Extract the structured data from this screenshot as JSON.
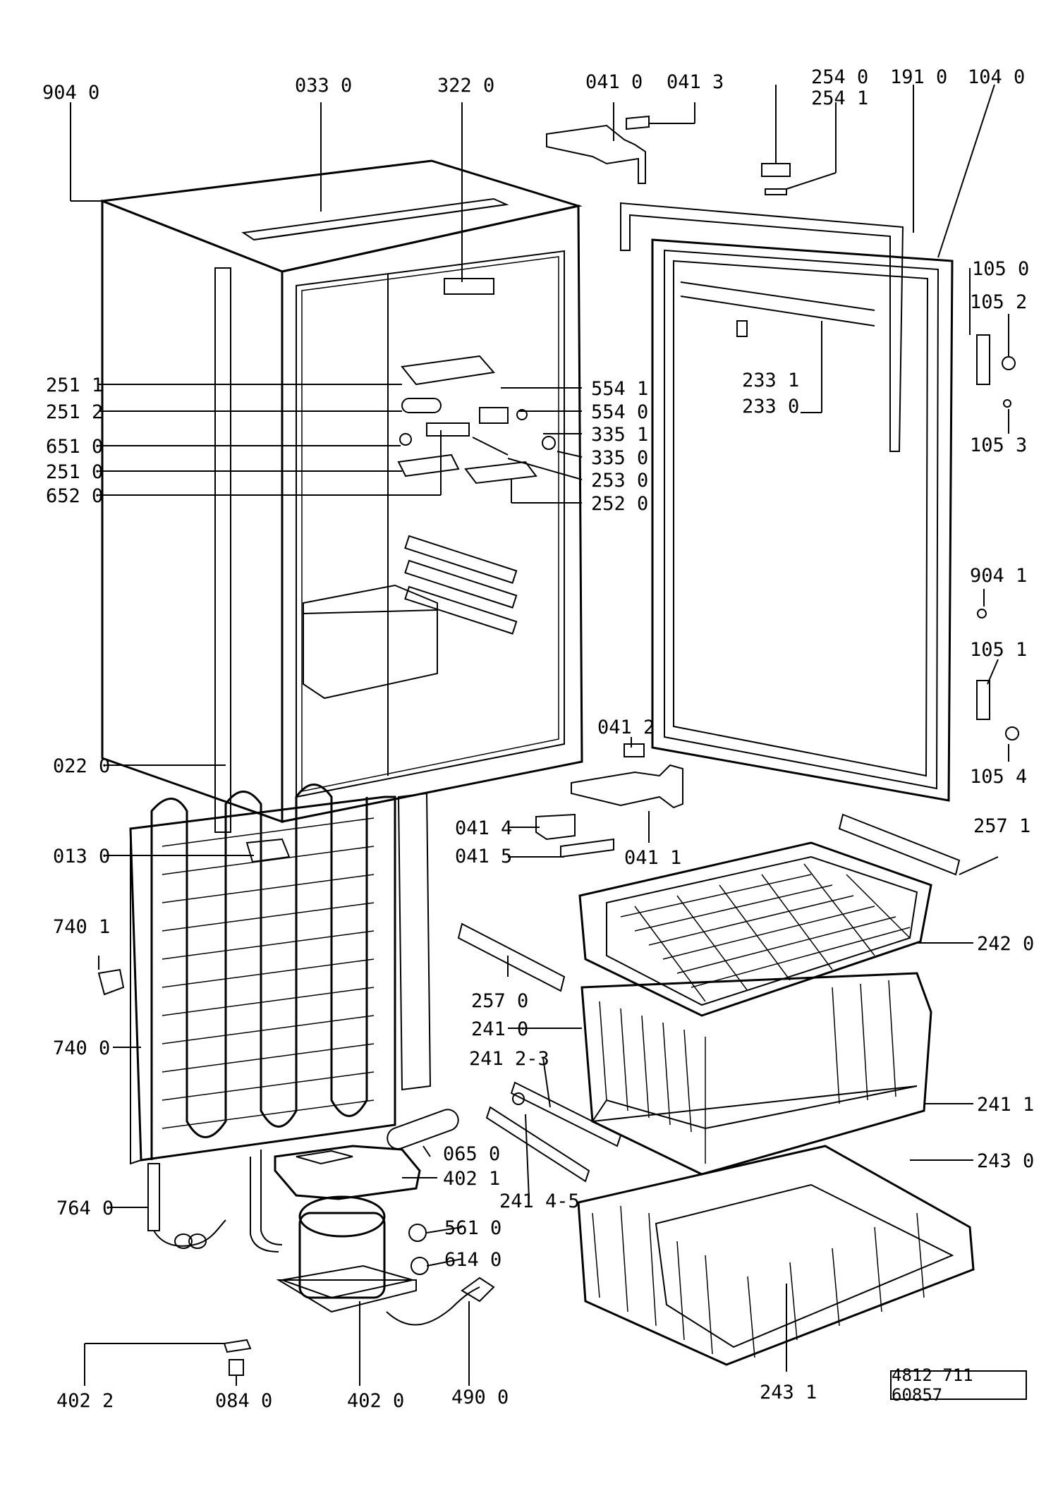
{
  "diagram": {
    "drawing_number": "4812 711 60857",
    "callouts": [
      {
        "id": "904-0",
        "text": "904 0"
      },
      {
        "id": "033-0",
        "text": "033 0"
      },
      {
        "id": "322-0",
        "text": "322 0"
      },
      {
        "id": "041-0",
        "text": "041 0"
      },
      {
        "id": "041-3",
        "text": "041 3"
      },
      {
        "id": "254-0",
        "text": "254 0"
      },
      {
        "id": "254-1",
        "text": "254 1"
      },
      {
        "id": "191-0",
        "text": "191 0"
      },
      {
        "id": "104-0",
        "text": "104 0"
      },
      {
        "id": "105-0",
        "text": "105 0"
      },
      {
        "id": "105-2",
        "text": "105 2"
      },
      {
        "id": "233-1",
        "text": "233 1"
      },
      {
        "id": "233-0",
        "text": "233 0"
      },
      {
        "id": "105-3",
        "text": "105 3"
      },
      {
        "id": "251-1",
        "text": "251 1"
      },
      {
        "id": "251-2",
        "text": "251 2"
      },
      {
        "id": "651-0",
        "text": "651 0"
      },
      {
        "id": "251-0",
        "text": "251 0"
      },
      {
        "id": "652-0",
        "text": "652 0"
      },
      {
        "id": "554-1",
        "text": "554 1"
      },
      {
        "id": "554-0",
        "text": "554 0"
      },
      {
        "id": "335-1",
        "text": "335 1"
      },
      {
        "id": "335-0",
        "text": "335 0"
      },
      {
        "id": "253-0",
        "text": "253 0"
      },
      {
        "id": "252-0",
        "text": "252 0"
      },
      {
        "id": "904-1",
        "text": "904 1"
      },
      {
        "id": "105-1",
        "text": "105 1"
      },
      {
        "id": "105-4",
        "text": "105 4"
      },
      {
        "id": "041-2",
        "text": "041 2"
      },
      {
        "id": "022-0",
        "text": "022 0"
      },
      {
        "id": "041-4",
        "text": "041 4"
      },
      {
        "id": "041-5",
        "text": "041 5"
      },
      {
        "id": "041-1",
        "text": "041 1"
      },
      {
        "id": "257-1",
        "text": "257 1"
      },
      {
        "id": "013-0",
        "text": "013 0"
      },
      {
        "id": "740-1",
        "text": "740 1"
      },
      {
        "id": "242-0",
        "text": "242 0"
      },
      {
        "id": "257-0",
        "text": "257 0"
      },
      {
        "id": "241-0",
        "text": "241 0"
      },
      {
        "id": "740-0",
        "text": "740 0"
      },
      {
        "id": "241-2-3",
        "text": "241 2-3"
      },
      {
        "id": "241-1",
        "text": "241 1"
      },
      {
        "id": "065-0",
        "text": "065 0"
      },
      {
        "id": "402-1",
        "text": "402 1"
      },
      {
        "id": "243-0",
        "text": "243 0"
      },
      {
        "id": "241-4-5",
        "text": "241 4-5"
      },
      {
        "id": "764-0",
        "text": "764 0"
      },
      {
        "id": "561-0",
        "text": "561 0"
      },
      {
        "id": "614-0",
        "text": "614 0"
      },
      {
        "id": "402-2",
        "text": "402 2"
      },
      {
        "id": "084-0",
        "text": "084 0"
      },
      {
        "id": "402-0",
        "text": "402 0"
      },
      {
        "id": "490-0",
        "text": "490 0"
      },
      {
        "id": "243-1",
        "text": "243 1"
      }
    ]
  }
}
